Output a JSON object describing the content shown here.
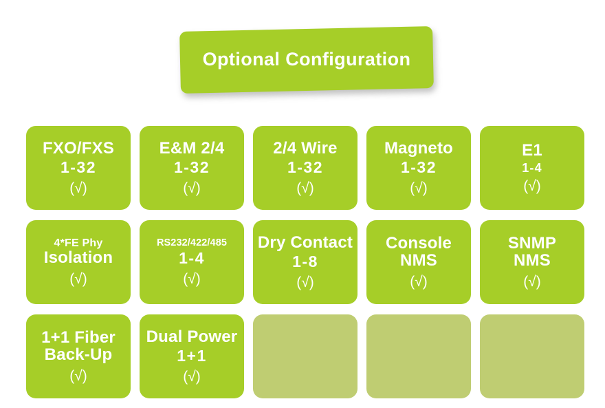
{
  "banner": {
    "title": "Optional Configuration",
    "color": "#a6ce28",
    "text_color": "#ffffff"
  },
  "colors": {
    "card_active": "#a6ce28",
    "card_empty": "#bfcd72",
    "background": "#ffffff",
    "label": "#ffffff"
  },
  "grid": {
    "columns": 5,
    "rows": 3,
    "check_symbol": "(√)",
    "cards": [
      {
        "id": "fxo-fxs",
        "title": "FXO/FXS",
        "title_size": "primary",
        "range": "1-32",
        "range_size": "sub",
        "check": "(√)",
        "state": "active"
      },
      {
        "id": "em-2-4",
        "title": "E&M 2/4",
        "title_size": "primary",
        "range": "1-32",
        "range_size": "sub",
        "check": "(√)",
        "state": "active"
      },
      {
        "id": "wire-2-4",
        "title": "2/4 Wire",
        "title_size": "primary",
        "range": "1-32",
        "range_size": "sub",
        "check": "(√)",
        "state": "active"
      },
      {
        "id": "magneto",
        "title": "Magneto",
        "title_size": "primary",
        "range": "1-32",
        "range_size": "sub",
        "check": "(√)",
        "state": "active"
      },
      {
        "id": "e1",
        "title": "E1",
        "title_size": "primary",
        "range": "1-4",
        "range_size": "sub-small",
        "check": "(√)",
        "state": "active"
      },
      {
        "id": "fe-phy-isolation",
        "title": "4*FE Phy",
        "title_size": "small",
        "range": "Isolation",
        "range_size": "primary-range",
        "check": "(√)",
        "state": "active"
      },
      {
        "id": "rs232-422-485",
        "title": "RS232/422/485",
        "title_size": "xsmall",
        "range": "1-4",
        "range_size": "sub",
        "check": "(√)",
        "state": "active"
      },
      {
        "id": "dry-contact",
        "title": "Dry Contact",
        "title_size": "primary",
        "range": "1-8",
        "range_size": "sub",
        "check": "(√)",
        "state": "active"
      },
      {
        "id": "console-nms",
        "title": "Console",
        "title_size": "primary",
        "range": "NMS",
        "range_size": "primary-range",
        "check": "(√)",
        "state": "active"
      },
      {
        "id": "snmp-nms",
        "title": "SNMP",
        "title_size": "primary",
        "range": "NMS",
        "range_size": "primary-range",
        "check": "(√)",
        "state": "active"
      },
      {
        "id": "fiber-backup",
        "title": "1+1 Fiber",
        "title_size": "primary",
        "range": "Back-Up",
        "range_size": "primary-range",
        "check": "(√)",
        "state": "active"
      },
      {
        "id": "dual-power",
        "title": "Dual Power",
        "title_size": "primary",
        "range": "1+1",
        "range_size": "sub",
        "check": "(√)",
        "state": "active"
      },
      {
        "id": "empty-slot-1",
        "title": "",
        "title_size": "primary",
        "range": "",
        "range_size": "sub",
        "check": "",
        "state": "empty"
      },
      {
        "id": "empty-slot-2",
        "title": "",
        "title_size": "primary",
        "range": "",
        "range_size": "sub",
        "check": "",
        "state": "empty"
      },
      {
        "id": "empty-slot-3",
        "title": "",
        "title_size": "primary",
        "range": "",
        "range_size": "sub",
        "check": "",
        "state": "empty"
      }
    ]
  }
}
